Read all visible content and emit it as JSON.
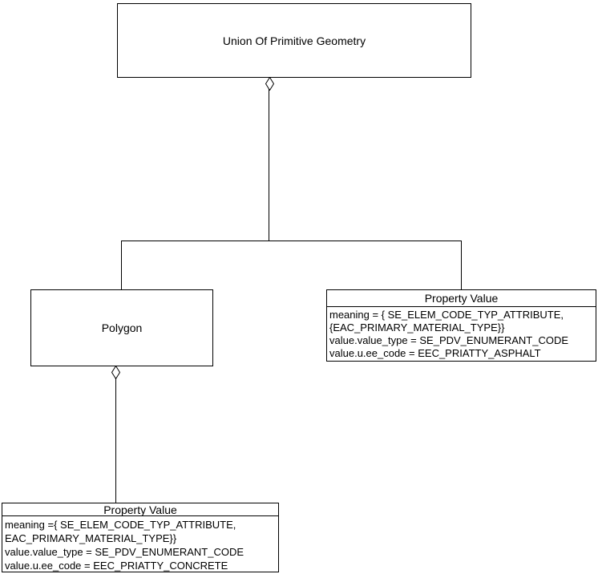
{
  "diagram": {
    "background": "#ffffff",
    "line_color": "#000000",
    "text_color": "#000000",
    "connector_style": "aggregation (hollow diamond)",
    "nodes": {
      "union": {
        "label": "Union Of Primitive Geometry"
      },
      "polygon": {
        "label": "Polygon"
      },
      "property_value_right": {
        "title": "Property Value",
        "attributes": [
          "meaning = { SE_ELEM_CODE_TYP_ATTRIBUTE,",
          "{EAC_PRIMARY_MATERIAL_TYPE}}",
          "value.value_type = SE_PDV_ENUMERANT_CODE",
          "value.u.ee_code = EEC_PRIATTY_ASPHALT"
        ]
      },
      "property_value_bottom": {
        "title": "Property Value",
        "attributes": [
          "meaning ={ SE_ELEM_CODE_TYP_ATTRIBUTE,",
          "EAC_PRIMARY_MATERIAL_TYPE}}",
          "value.value_type = SE_PDV_ENUMERANT_CODE",
          "value.u.ee_code = EEC_PRIATTY_CONCRETE"
        ]
      }
    }
  }
}
